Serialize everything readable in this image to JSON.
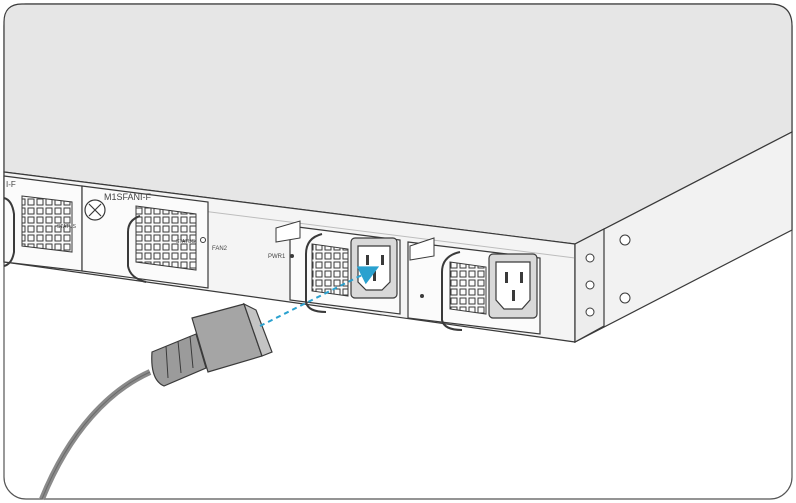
{
  "labels": {
    "fan_module_left_partial": "I-F",
    "fan_module_name": "M1SFANI-F",
    "fan_status_left": "STATUS",
    "fan_status_right": "STATUS",
    "fan_slot": "FAN2",
    "power_slot": "PWR1"
  },
  "icons": {
    "connector_arrow": "dashed-arrow-icon",
    "power_cord": "power-cord-icon",
    "ac_inlet": "ac-inlet-icon",
    "fan_grille": "fan-grille-icon",
    "captive_screw": "captive-screw-icon"
  },
  "colors": {
    "chassis_top": "#e6e6e6",
    "chassis_front": "#f4f4f4",
    "outline": "#3a3a3a",
    "inlet_fill": "#d9d9d9",
    "cord": "#8a8a8a",
    "arrow": "#2aa1cf"
  }
}
